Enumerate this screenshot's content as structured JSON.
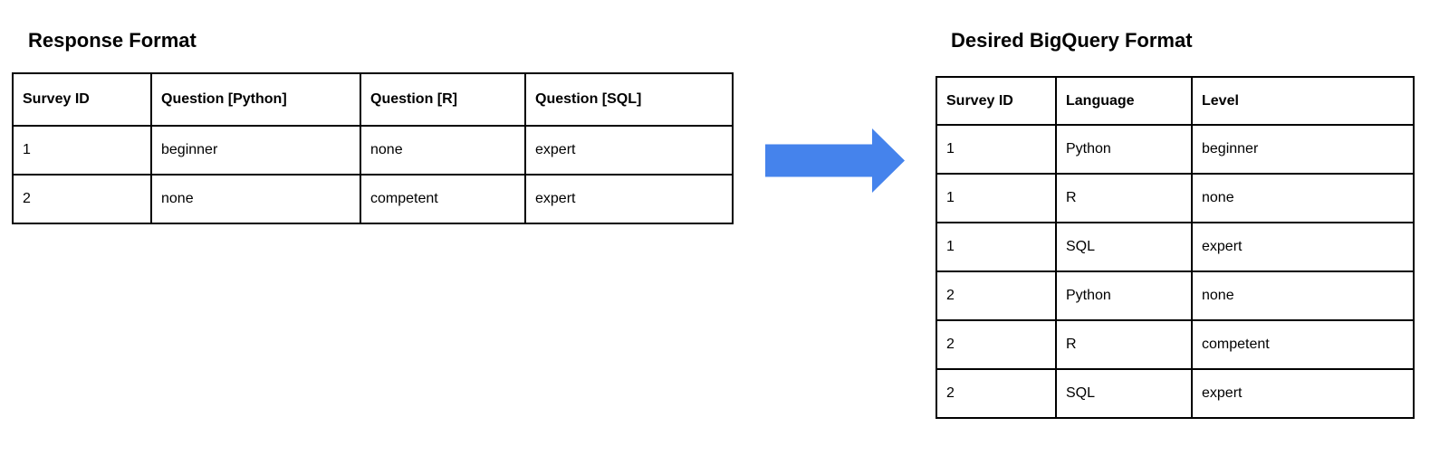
{
  "left_table": {
    "title": "Response Format",
    "headers": [
      "Survey ID",
      "Question [Python]",
      "Question [R]",
      "Question [SQL]"
    ],
    "rows": [
      [
        "1",
        "beginner",
        "none",
        "expert"
      ],
      [
        "2",
        "none",
        "competent",
        "expert"
      ]
    ]
  },
  "arrow": {
    "icon": "right-arrow-icon",
    "color": "#4583EC"
  },
  "right_table": {
    "title": "Desired BigQuery Format",
    "headers": [
      "Survey ID",
      "Language",
      "Level"
    ],
    "rows": [
      [
        "1",
        "Python",
        "beginner"
      ],
      [
        "1",
        "R",
        "none"
      ],
      [
        "1",
        "SQL",
        "expert"
      ],
      [
        "2",
        "Python",
        "none"
      ],
      [
        "2",
        "R",
        "competent"
      ],
      [
        "2",
        "SQL",
        "expert"
      ]
    ]
  },
  "chart_data": [
    {
      "type": "table",
      "title": "Response Format",
      "columns": [
        "Survey ID",
        "Question [Python]",
        "Question [R]",
        "Question [SQL]"
      ],
      "rows": [
        [
          "1",
          "beginner",
          "none",
          "expert"
        ],
        [
          "2",
          "none",
          "competent",
          "expert"
        ]
      ]
    },
    {
      "type": "table",
      "title": "Desired BigQuery Format",
      "columns": [
        "Survey ID",
        "Language",
        "Level"
      ],
      "rows": [
        [
          "1",
          "Python",
          "beginner"
        ],
        [
          "1",
          "R",
          "none"
        ],
        [
          "1",
          "SQL",
          "expert"
        ],
        [
          "2",
          "Python",
          "none"
        ],
        [
          "2",
          "R",
          "competent"
        ],
        [
          "2",
          "SQL",
          "expert"
        ]
      ]
    }
  ]
}
